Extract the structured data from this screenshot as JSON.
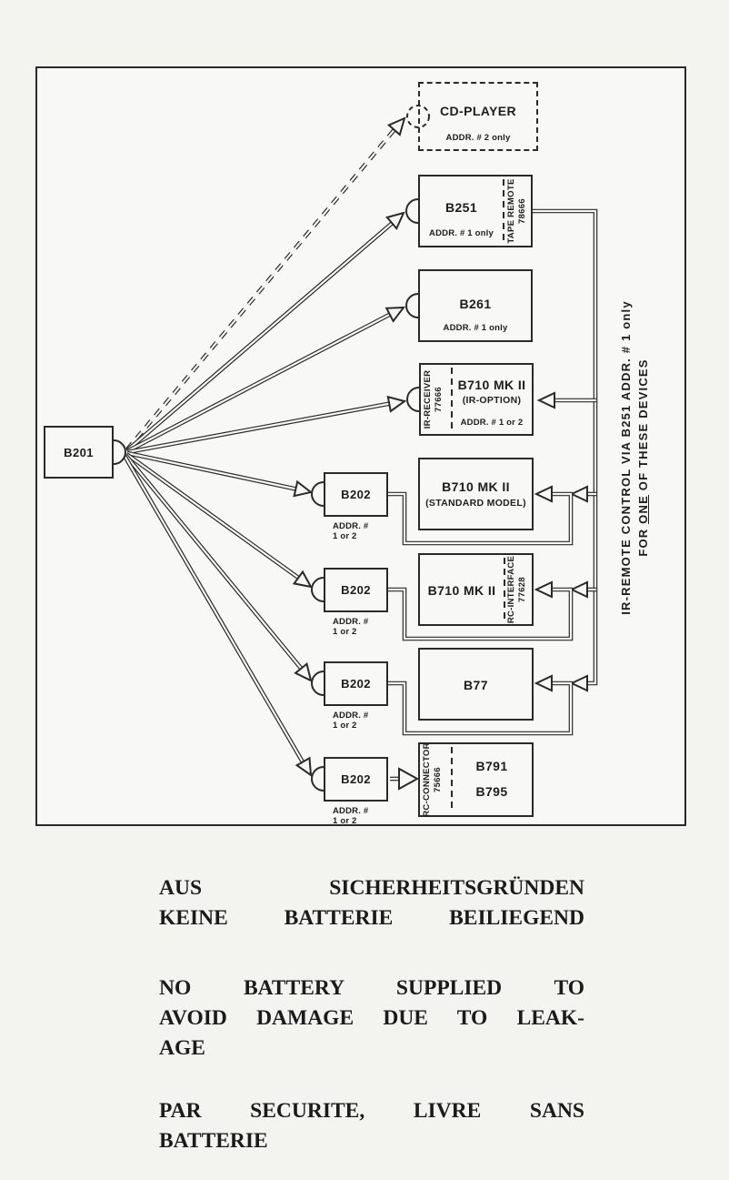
{
  "diagram": {
    "controller": {
      "label": "B201"
    },
    "adapter": {
      "label": "B202",
      "addr_line1": "ADDR. #",
      "addr_line2": "1 or 2"
    },
    "devices": [
      {
        "title": "CD-PLAYER",
        "addr": "ADDR. # 2 only"
      },
      {
        "title": "B251",
        "addr": "ADDR. # 1 only",
        "module_title": "TAPE REMOTE",
        "module_number": "78666"
      },
      {
        "title": "B261",
        "addr": "ADDR. # 1 only"
      },
      {
        "title": "B710 MK II",
        "subtitle": "(IR-OPTION)",
        "addr": "ADDR. # 1 or 2",
        "module_title": "IR-RECEIVER",
        "module_number": "77666"
      },
      {
        "title": "B710 MK II",
        "subtitle": "(STANDARD MODEL)"
      },
      {
        "title": "B710 MK II",
        "module_title": "RC-INTERFACE",
        "module_number": "77628"
      },
      {
        "title": "B77"
      },
      {
        "title": "B791",
        "title2": "B795",
        "module_title": "RC-CONNECTOR",
        "module_number": "75666"
      }
    ],
    "side_note": {
      "line1": "IR-REMOTE CONTROL VIA B251 ADDR. # 1 only",
      "line2_pre": "FOR ",
      "line2_underline": "ONE",
      "line2_post": " OF THESE DEVICES"
    },
    "colors": {
      "ink": "#2a2a2a",
      "paper": "#f3f3f0"
    }
  },
  "notices": {
    "german": {
      "line1": "AUS SICHERHEITSGRÜNDEN",
      "line2": "KEINE BATTERIE BEILIEGEND"
    },
    "english": {
      "line1": "NO BATTERY SUPPLIED TO",
      "line2": "AVOID DAMAGE DUE TO LEAK-",
      "line3": "AGE"
    },
    "french": {
      "line1": "PAR SECURITE, LIVRE SANS",
      "line2": "BATTERIE"
    }
  }
}
